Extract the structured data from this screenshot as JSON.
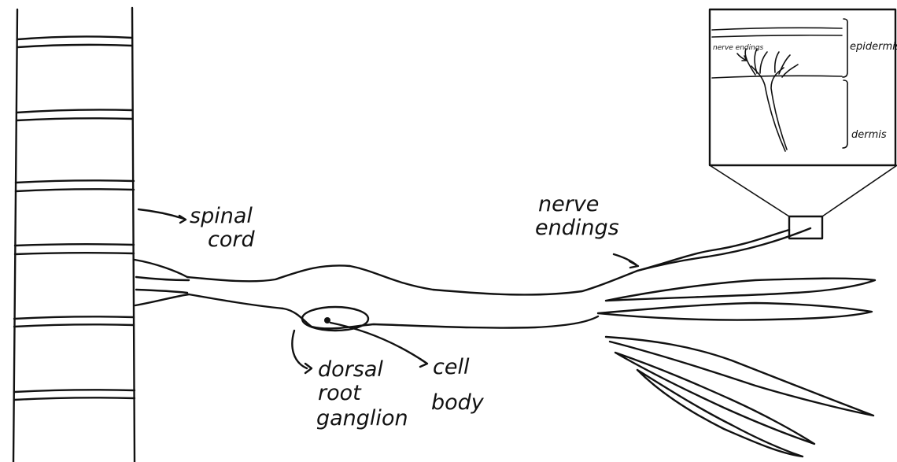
{
  "labels": {
    "spinal_cord": [
      "spinal",
      "cord"
    ],
    "nerve_endings": [
      "nerve",
      "endings"
    ],
    "dorsal_root_ganglion": [
      "dorsal",
      "root",
      "ganglion"
    ],
    "cell_body": [
      "cell",
      "body"
    ]
  },
  "inset": {
    "nerve_endings": "nerve endings",
    "epidermis": "epidermis",
    "dermis": "dermis"
  },
  "colors": {
    "ink": "#111111",
    "paper": "#ffffff"
  }
}
